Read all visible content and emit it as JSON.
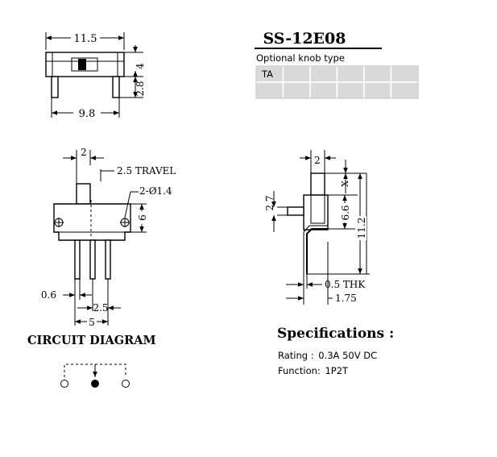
{
  "model": "SS-12E08",
  "knob_caption": "Optional knob type",
  "knob_table": {
    "rows": [
      [
        "TA",
        "",
        "",
        "",
        "",
        ""
      ],
      [
        "",
        "",
        "",
        "",
        "",
        ""
      ]
    ],
    "fill": "#d9d9d9"
  },
  "top_view": {
    "width": "11.5",
    "height": "4",
    "pin_height": "2.8",
    "pin_span": "9.8"
  },
  "front_view": {
    "knob": "2",
    "travel": "2.5 TRAVEL",
    "holes": "2-Ø1.4",
    "height": "6",
    "pin": "0.6",
    "pitch": "2.5",
    "span": "5"
  },
  "side_view": {
    "knob": "2",
    "x": "X",
    "knob_offset": "2.7",
    "body": "6.6",
    "total": "11.2",
    "thk": "0.5 THK",
    "foot": "1.75"
  },
  "circuit": {
    "title": "CIRCUIT DIAGRAM"
  },
  "specs": {
    "title": "Specifications :",
    "rating_label": "Rating :",
    "rating_value": "0.3A 50V DC",
    "function_label": "Function:",
    "function_value": "1P2T"
  }
}
